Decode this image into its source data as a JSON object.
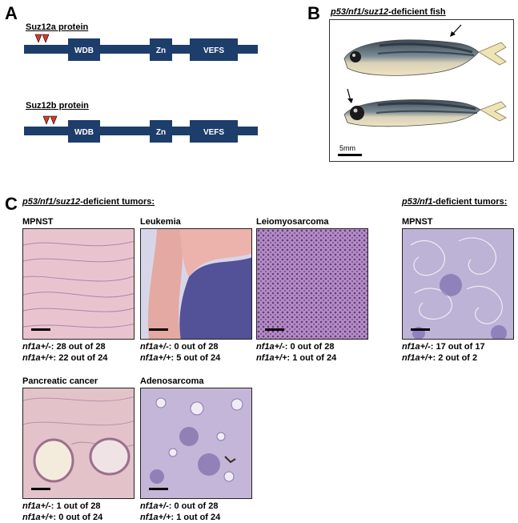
{
  "panels": {
    "A": {
      "letter": "A",
      "proteins": [
        {
          "title": "Suz12a protein",
          "domains": [
            "WDB",
            "Zn",
            "VEFS"
          ]
        },
        {
          "title": "Suz12b protein",
          "domains": [
            "WDB",
            "Zn",
            "VEFS"
          ]
        }
      ],
      "colors": {
        "bar": "#1d3d6b",
        "domain": "#1d3d6b",
        "domain_text": "#ffffff",
        "marker": "#d63a2a"
      }
    },
    "B": {
      "letter": "B",
      "title_parts": [
        "p53/nf1/suz12",
        "-deficient fish"
      ],
      "scale_label": "5mm"
    },
    "C": {
      "letter": "C",
      "left_heading_parts": [
        "p53/nf1/suz12",
        "-deficient tumors:"
      ],
      "right_heading_parts": [
        "p53/nf1",
        "-deficient tumors:"
      ],
      "tiles": [
        {
          "label": "MPNST",
          "line1_genotype": "nf1a+/-",
          "line1_value": ": 28 out of 28",
          "line2_genotype": "nf1a+/+",
          "line2_value": ": 22 out of 24"
        },
        {
          "label": "Leukemia",
          "line1_genotype": "nf1a+/-",
          "line1_value": ": 0 out of 28",
          "line2_genotype": "nf1a+/+",
          "line2_value": ": 5 out of 24"
        },
        {
          "label": "Leiomyosarcoma",
          "line1_genotype": "nf1a+/-",
          "line1_value": ": 0 out of 28",
          "line2_genotype": "nf1a+/+",
          "line2_value": ": 1 out of 24"
        },
        {
          "label": "MPNST",
          "line1_genotype": "nf1a+/-",
          "line1_value": ": 17 out of 17",
          "line2_genotype": "nf1a+/+",
          "line2_value": ": 2 out of 2"
        },
        {
          "label": "Pancreatic cancer",
          "line1_genotype": "nf1a+/-",
          "line1_value": ": 1 out of 28",
          "line2_genotype": "nf1a+/+",
          "line2_value": ": 0 out of 24"
        },
        {
          "label": "Adenosarcoma",
          "line1_genotype": "nf1a+/-",
          "line1_value": ": 0 out of 28",
          "line2_genotype": "nf1a+/+",
          "line2_value": ": 1 out of 24"
        }
      ]
    }
  }
}
